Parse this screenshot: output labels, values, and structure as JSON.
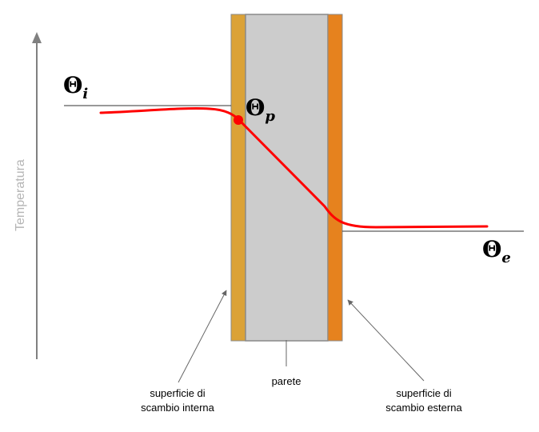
{
  "axis": {
    "label": "Temperatura"
  },
  "symbols": {
    "theta": "Θ",
    "inner_sub": "i",
    "wall_sub": "p",
    "outer_sub": "e"
  },
  "labels": {
    "wall": "parete",
    "inner_surface": [
      "superficie di",
      "scambio interna"
    ],
    "outer_surface": [
      "superficie di",
      "scambio esterna"
    ]
  },
  "colors": {
    "inner_layer": "#dba237",
    "outer_layer": "#e6821e",
    "wall": "#cccccc",
    "curve": "#ff0000",
    "axis": "#808080"
  }
}
